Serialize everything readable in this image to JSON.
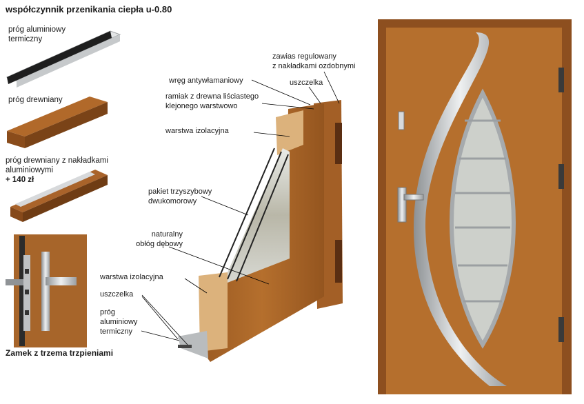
{
  "header": {
    "title": "współczynnik przenikania ciepła u-0.80"
  },
  "thresholds": [
    {
      "line1": "próg aluminiowy",
      "line2": "termiczny"
    },
    {
      "line1": "próg drewniany"
    },
    {
      "line1": "próg drewniany z nakładkami",
      "line2": "aluminiowymi",
      "price": "+ 140 zł"
    }
  ],
  "lock": {
    "caption": "Zamek z trzema trzpieniami"
  },
  "callouts": {
    "hinge_line1": "zawias regulowany",
    "hinge_line2": "z nakładkami ozdobnymi",
    "seal_top": "uszczelka",
    "rebate": "wręg antywłamaniowy",
    "frame_line1": "ramiak z drewna liściastego",
    "frame_line2": "klejonego warstwowo",
    "insulation_top": "warstwa izolacyjna",
    "glass_line1": "pakiet trzyszybowy",
    "glass_line2": "dwukomorowy",
    "veneer_line1": "naturalny",
    "veneer_line2": "obłóg dębowy",
    "insulation_bottom": "warstwa izolacyjna",
    "seal_bottom": "uszczelka",
    "sill_line1": "próg",
    "sill_line2": "aluminiowy",
    "sill_line3": "termiczny"
  },
  "colors": {
    "wood": "#a8662a",
    "wood_dark": "#7e4719",
    "steel": "#c9ccce",
    "glass": "#d8dcd6"
  }
}
